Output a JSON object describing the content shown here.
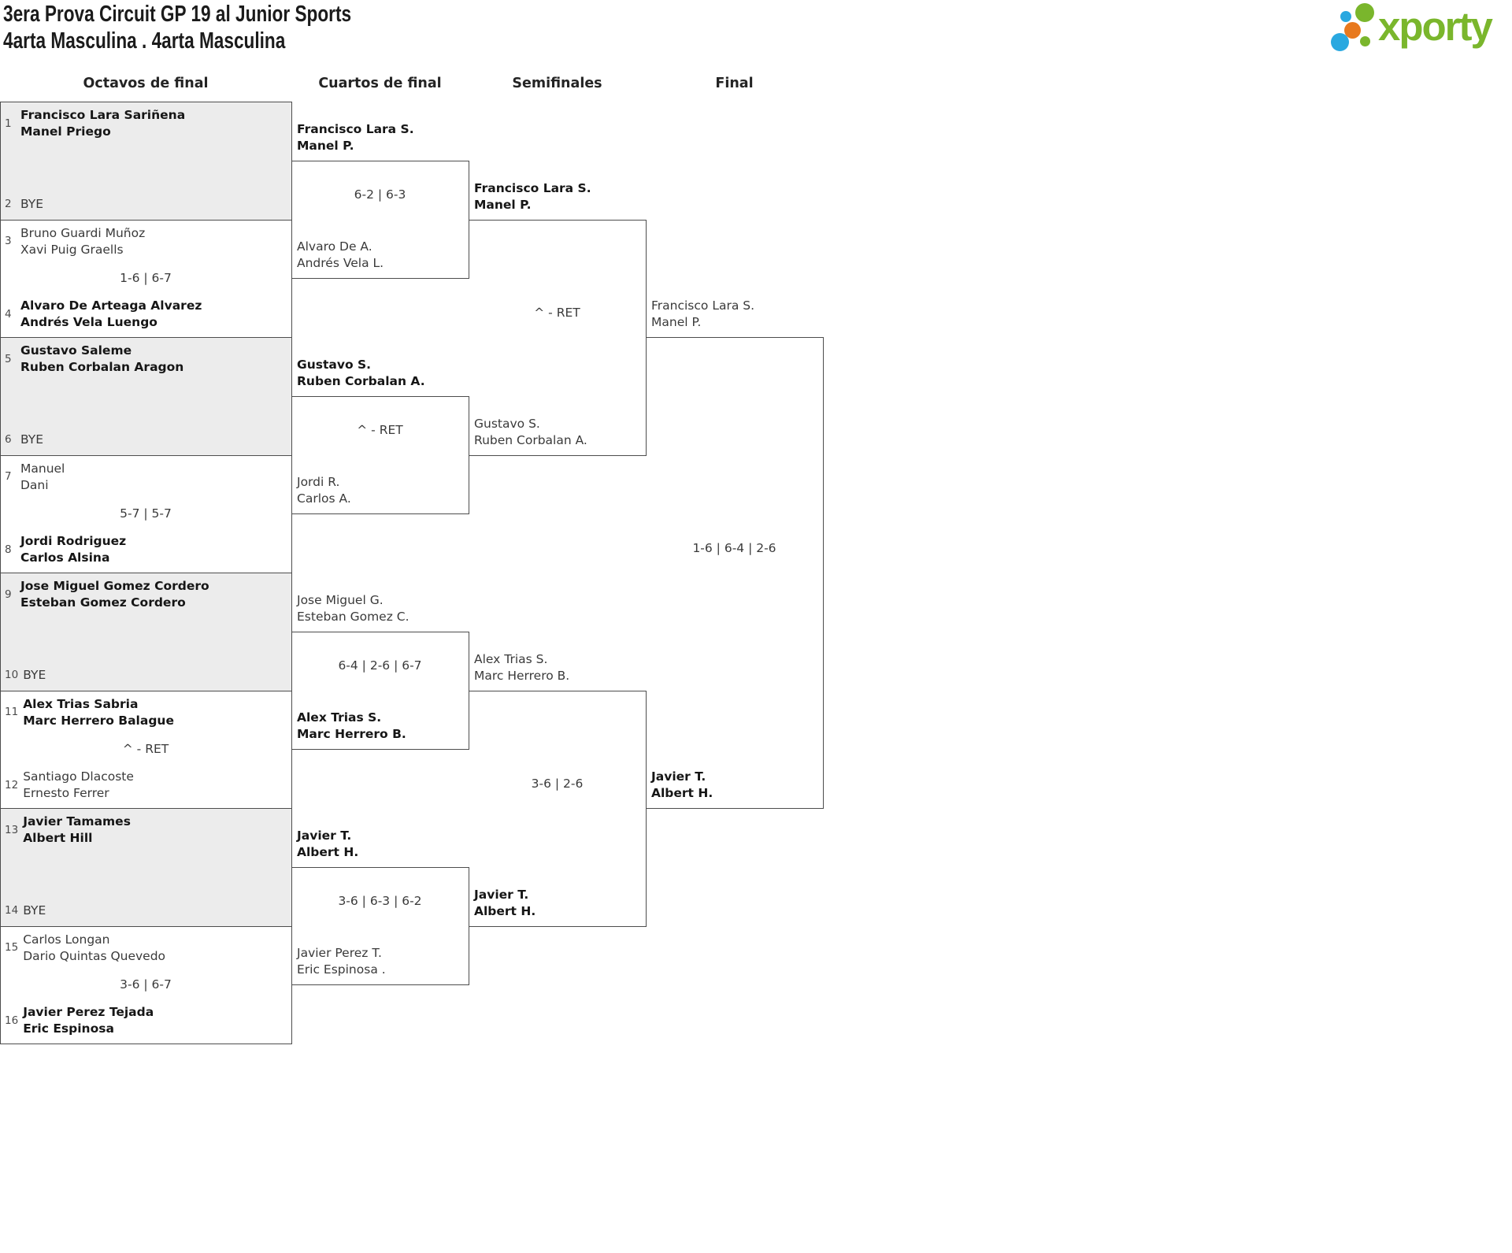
{
  "header": {
    "title_line1": "3era Prova Circuit GP 19 al Junior Sports",
    "title_line2": "4arta Masculina . 4arta Masculina"
  },
  "logo": {
    "text": "xporty",
    "palette": {
      "green": "#7ab62c",
      "blue": "#29a8e0",
      "orange": "#e8791e"
    }
  },
  "colors": {
    "border": "#4d4d4d",
    "bye_fill": "#ececec",
    "text": "#3a3a3a",
    "winner_text": "#161616"
  },
  "bracket": {
    "rounds": [
      {
        "name": "Octavos de final",
        "matches": [
          {
            "top": {
              "seed": "1",
              "lines": [
                "Francisco Lara Sariñena",
                "Manel Priego"
              ],
              "winner": true
            },
            "bottom": {
              "seed": "2",
              "lines": [
                "BYE"
              ],
              "winner": false
            },
            "score": ""
          },
          {
            "top": {
              "seed": "3",
              "lines": [
                "Bruno Guardi Muñoz",
                "Xavi Puig Graells"
              ],
              "winner": false
            },
            "bottom": {
              "seed": "4",
              "lines": [
                "Alvaro De Arteaga Alvarez",
                "Andrés Vela Luengo"
              ],
              "winner": true
            },
            "score": "1-6 | 6-7"
          },
          {
            "top": {
              "seed": "5",
              "lines": [
                "Gustavo Saleme",
                "Ruben Corbalan Aragon"
              ],
              "winner": true
            },
            "bottom": {
              "seed": "6",
              "lines": [
                "BYE"
              ],
              "winner": false
            },
            "score": ""
          },
          {
            "top": {
              "seed": "7",
              "lines": [
                "Manuel",
                "Dani"
              ],
              "winner": false
            },
            "bottom": {
              "seed": "8",
              "lines": [
                "Jordi Rodriguez",
                "Carlos Alsina"
              ],
              "winner": true
            },
            "score": "5-7 | 5-7"
          },
          {
            "top": {
              "seed": "9",
              "lines": [
                "Jose Miguel Gomez Cordero",
                "Esteban Gomez Cordero"
              ],
              "winner": true
            },
            "bottom": {
              "seed": "10",
              "lines": [
                "BYE"
              ],
              "winner": false
            },
            "score": ""
          },
          {
            "top": {
              "seed": "11",
              "lines": [
                "Alex Trias Sabria",
                "Marc Herrero Balague"
              ],
              "winner": true
            },
            "bottom": {
              "seed": "12",
              "lines": [
                "Santiago Dlacoste",
                "Ernesto Ferrer"
              ],
              "winner": false
            },
            "score": "^ - RET"
          },
          {
            "top": {
              "seed": "13",
              "lines": [
                "Javier Tamames",
                "Albert Hill"
              ],
              "winner": true
            },
            "bottom": {
              "seed": "14",
              "lines": [
                "BYE"
              ],
              "winner": false
            },
            "score": ""
          },
          {
            "top": {
              "seed": "15",
              "lines": [
                "Carlos Longan",
                "Dario Quintas Quevedo"
              ],
              "winner": false
            },
            "bottom": {
              "seed": "16",
              "lines": [
                "Javier Perez Tejada",
                "Eric Espinosa"
              ],
              "winner": true
            },
            "score": "3-6 | 6-7"
          }
        ]
      },
      {
        "name": "Cuartos de final",
        "matches": [
          {
            "top": {
              "lines": [
                "Francisco Lara S.",
                "Manel P."
              ],
              "winner": true
            },
            "bottom": {
              "lines": [
                "Alvaro De A.",
                "Andrés Vela L."
              ],
              "winner": false
            },
            "score": "6-2 | 6-3"
          },
          {
            "top": {
              "lines": [
                "Gustavo S.",
                "Ruben Corbalan A."
              ],
              "winner": true
            },
            "bottom": {
              "lines": [
                "Jordi R.",
                "Carlos A."
              ],
              "winner": false
            },
            "score": "^ - RET"
          },
          {
            "top": {
              "lines": [
                "Jose Miguel G.",
                "Esteban Gomez C."
              ],
              "winner": false
            },
            "bottom": {
              "lines": [
                "Alex Trias S.",
                "Marc Herrero B."
              ],
              "winner": true
            },
            "score": "6-4 | 2-6 | 6-7"
          },
          {
            "top": {
              "lines": [
                "Javier T.",
                "Albert H."
              ],
              "winner": true
            },
            "bottom": {
              "lines": [
                "Javier Perez T.",
                "Eric Espinosa ."
              ],
              "winner": false
            },
            "score": "3-6 | 6-3 | 6-2"
          }
        ]
      },
      {
        "name": "Semifinales",
        "matches": [
          {
            "top": {
              "lines": [
                "Francisco Lara S.",
                "Manel P."
              ],
              "winner": true
            },
            "bottom": {
              "lines": [
                "Gustavo S.",
                "Ruben Corbalan A."
              ],
              "winner": false
            },
            "score": "^ - RET"
          },
          {
            "top": {
              "lines": [
                "Alex Trias S.",
                "Marc Herrero B."
              ],
              "winner": false
            },
            "bottom": {
              "lines": [
                "Javier T.",
                "Albert H."
              ],
              "winner": true
            },
            "score": "3-6 | 2-6"
          }
        ]
      },
      {
        "name": "Final",
        "matches": [
          {
            "top": {
              "lines": [
                "Francisco Lara S.",
                "Manel P."
              ],
              "winner": false
            },
            "bottom": {
              "lines": [
                "Javier T.",
                "Albert H."
              ],
              "winner": true
            },
            "score": "1-6 | 6-4 | 2-6"
          }
        ]
      }
    ]
  }
}
